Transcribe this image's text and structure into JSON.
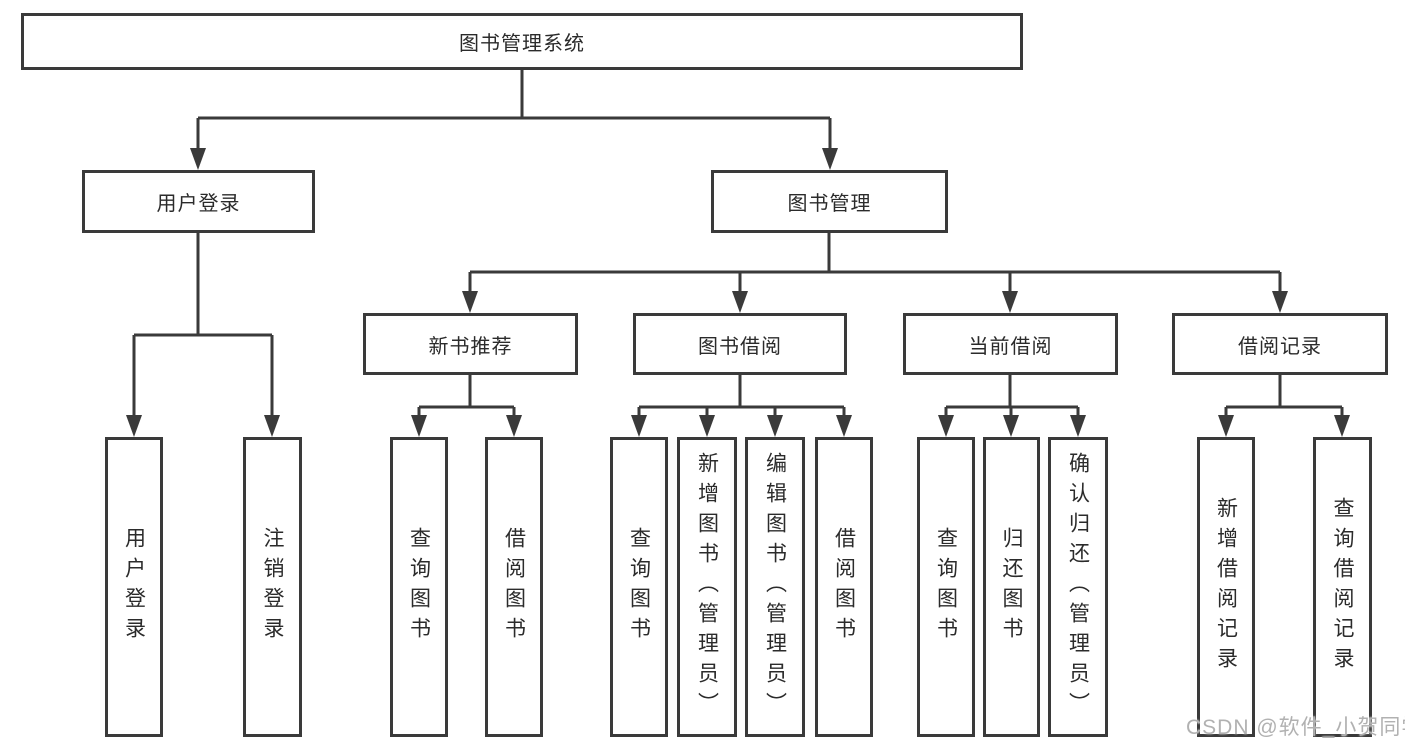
{
  "watermark": "CSDN @软件_小贺同学",
  "colors": {
    "line": "#3a3a3a",
    "border": "#3a3a3a",
    "text": "#2b2b2b",
    "background": "#ffffff",
    "watermark": "#b1b1b1"
  },
  "tree": {
    "label": "图书管理系统",
    "children": [
      {
        "label": "用户登录",
        "children": [
          {
            "label": "用户登录"
          },
          {
            "label": "注销登录"
          }
        ]
      },
      {
        "label": "图书管理",
        "children": [
          {
            "label": "新书推荐",
            "children": [
              {
                "label": "查询图书"
              },
              {
                "label": "借阅图书"
              }
            ]
          },
          {
            "label": "图书借阅",
            "children": [
              {
                "label": "查询图书"
              },
              {
                "label": "新增图书（管理员）"
              },
              {
                "label": "编辑图书（管理员）"
              },
              {
                "label": "借阅图书"
              }
            ]
          },
          {
            "label": "当前借阅",
            "children": [
              {
                "label": "查询图书"
              },
              {
                "label": "归还图书"
              },
              {
                "label": "确认归还（管理员）"
              }
            ]
          },
          {
            "label": "借阅记录",
            "children": [
              {
                "label": "新增借阅记录"
              },
              {
                "label": "查询借阅记录"
              }
            ]
          }
        ]
      }
    ]
  }
}
